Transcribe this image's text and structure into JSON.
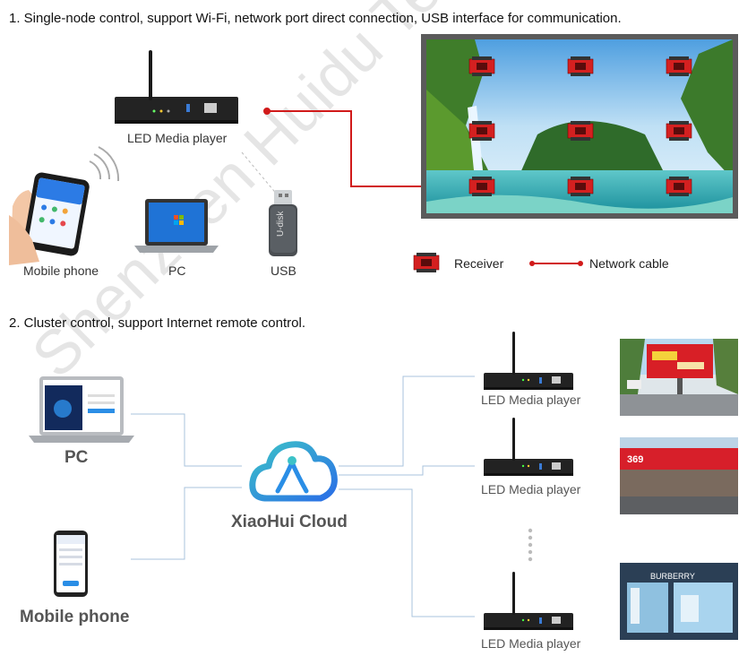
{
  "watermark": "Shenzhen Huidu Technology",
  "section1": {
    "heading": "1. Single-node control, support Wi-Fi, network port direct connection, USB interface for communication.",
    "player_label": "LED Media player",
    "mobile_label": "Mobile phone",
    "pc_label": "PC",
    "usb_label": "USB",
    "usb_text": "U-disk",
    "legend_receiver": "Receiver",
    "legend_cable": "Network cable"
  },
  "section2": {
    "heading": "2. Cluster control, support Internet remote control.",
    "pc_label": "PC",
    "mobile_label": "Mobile phone",
    "cloud_label": "XiaoHui Cloud",
    "players": [
      {
        "label": "LED Media player"
      },
      {
        "label": "LED Media player"
      },
      {
        "label": "LED Media player"
      }
    ],
    "photo2_sign": "369",
    "photo3_sign": "BURBERRY"
  },
  "colors": {
    "cable": "#d11a1a",
    "link": "#a9c3dc",
    "cloud_blue": "#2a8ee6",
    "cloud_teal": "#3cc2c8"
  }
}
